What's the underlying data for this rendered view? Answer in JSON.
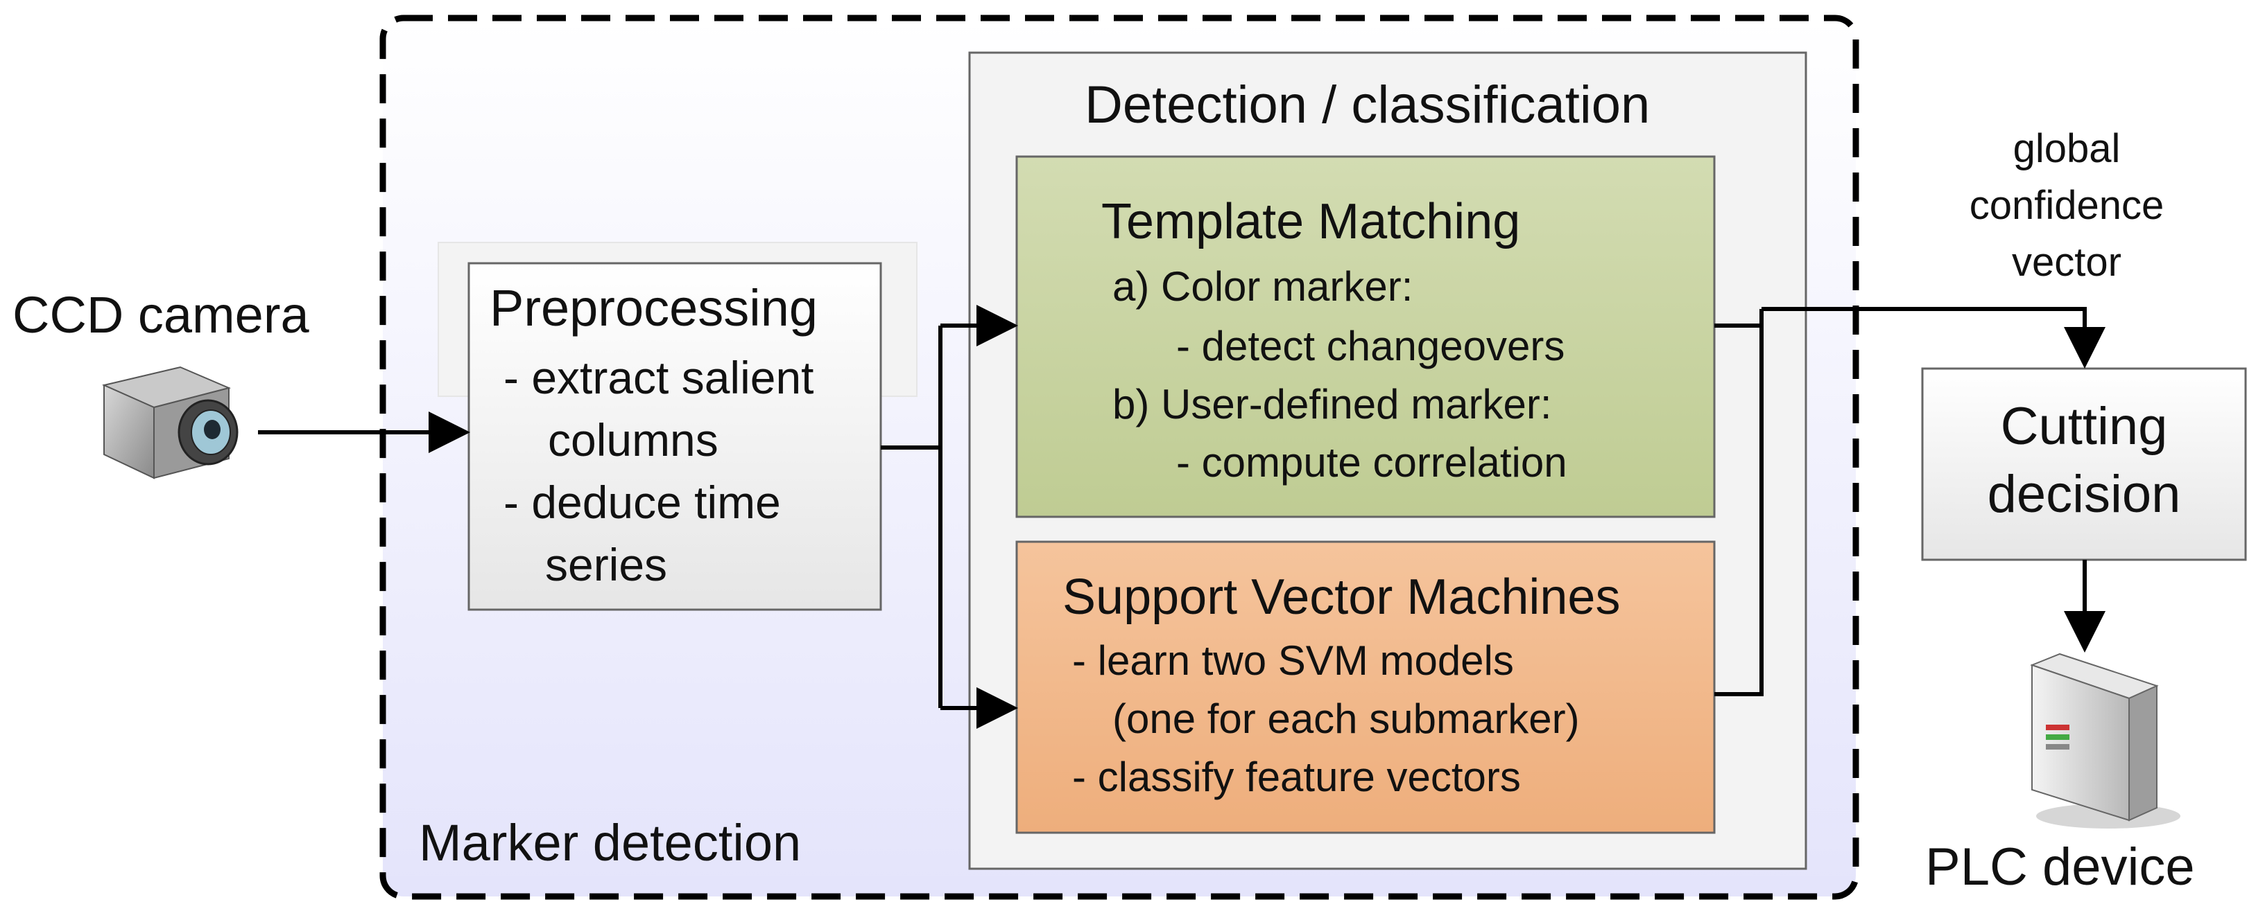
{
  "camera": {
    "label": "CCD camera"
  },
  "marker_detection": {
    "label": "Marker detection"
  },
  "preprocessing": {
    "title": "Preprocessing",
    "lines": [
      "- extract salient",
      "columns",
      "- deduce time",
      "series"
    ]
  },
  "detection": {
    "title": "Detection / classification",
    "template": {
      "title": "Template Matching",
      "lines": [
        "a) Color marker:",
        "- detect changeovers",
        "b) User-defined marker:",
        "- compute correlation"
      ]
    },
    "svm": {
      "title": "Support Vector Machines",
      "lines": [
        "- learn two SVM models",
        "(one for each submarker)",
        "- classify feature vectors"
      ]
    }
  },
  "confidence": {
    "lines": [
      "global",
      "confidence",
      "vector"
    ]
  },
  "decision": {
    "lines": [
      "Cutting",
      "decision"
    ]
  },
  "plc": {
    "label": "PLC device"
  },
  "colors": {
    "template_fill": "#c9d4a3",
    "svm_fill": "#f2bb8e",
    "region_fill": "#eeeefb",
    "box_fill": "#f4f4f4"
  }
}
